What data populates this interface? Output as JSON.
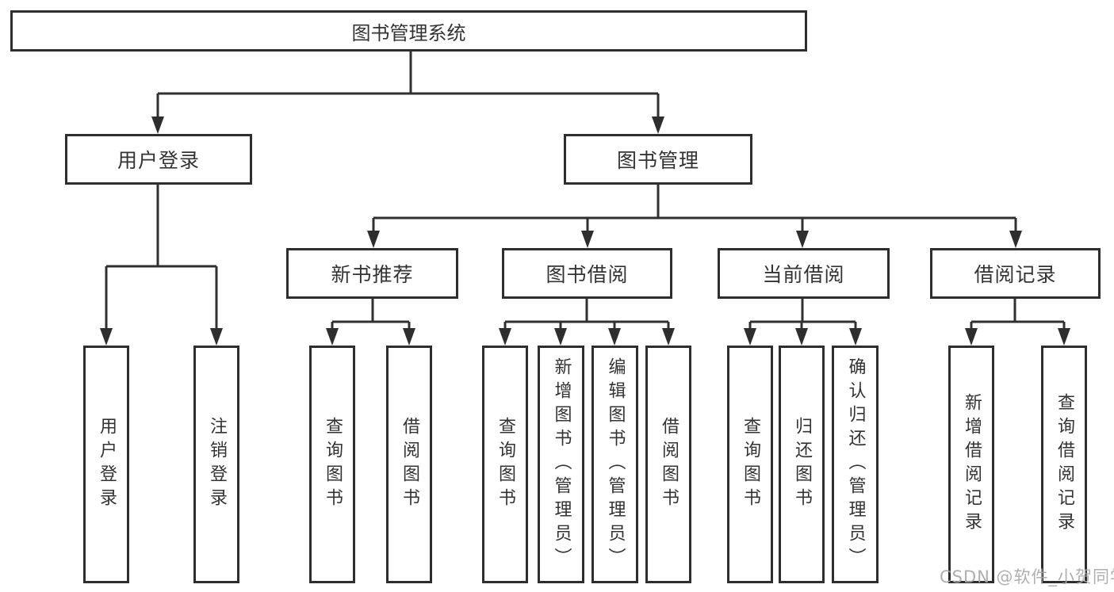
{
  "diagram": {
    "title": "图书管理系统",
    "level2": [
      {
        "label": "用户登录"
      },
      {
        "label": "图书管理"
      }
    ],
    "level3": [
      {
        "label": "新书推荐"
      },
      {
        "label": "图书借阅"
      },
      {
        "label": "当前借阅"
      },
      {
        "label": "借阅记录"
      }
    ],
    "leaves": [
      {
        "label": "用户登录"
      },
      {
        "label": "注销登录"
      },
      {
        "label": "查询图书"
      },
      {
        "label": "借阅图书"
      },
      {
        "label": "查询图书"
      },
      {
        "label": "新增图书（管理员）"
      },
      {
        "label": "编辑图书（管理员）"
      },
      {
        "label": "借阅图书"
      },
      {
        "label": "查询图书"
      },
      {
        "label": "归还图书"
      },
      {
        "label": "确认归还（管理员）"
      },
      {
        "label": "新增借阅记录"
      },
      {
        "label": "查询借阅记录"
      }
    ]
  },
  "watermark": {
    "text": "CSDN @软件_小贺同学"
  },
  "colors": {
    "line": "#303030",
    "box_border": "#2e2e2e",
    "text": "#333333",
    "watermark": "#a8a8a8",
    "background": "#ffffff"
  }
}
